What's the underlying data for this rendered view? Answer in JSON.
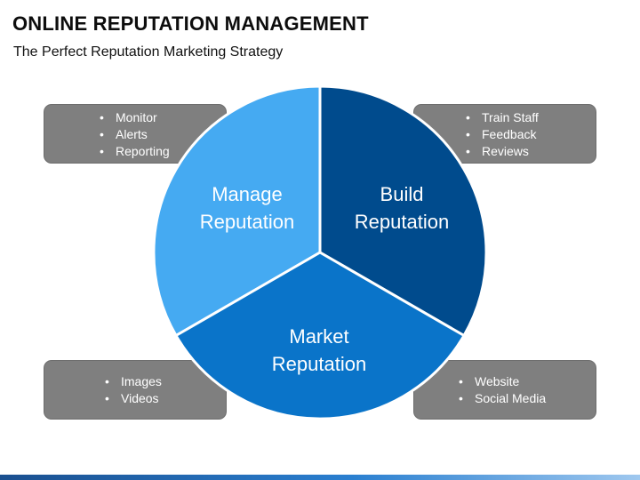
{
  "title": "ONLINE REPUTATION MANAGEMENT",
  "subtitle": "The Perfect Reputation Marketing Strategy",
  "segments": {
    "manage": {
      "line1": "Manage",
      "line2": "Reputation",
      "color": "#45aaf2"
    },
    "build": {
      "line1": "Build",
      "line2": "Reputation",
      "color": "#004b8d"
    },
    "market": {
      "line1": "Market",
      "line2": "Reputation",
      "color": "#0a74c9"
    }
  },
  "boxes": {
    "top_left": {
      "items": [
        "Monitor",
        "Alerts",
        "Reporting"
      ]
    },
    "top_right": {
      "items": [
        "Train Staff",
        "Feedback",
        "Reviews"
      ]
    },
    "bottom_left": {
      "items": [
        "Images",
        "Videos"
      ]
    },
    "bottom_right": {
      "items": [
        "Website",
        "Social Media"
      ]
    }
  },
  "bullet": "•",
  "colors": {
    "box_fill": "#7f7f7f",
    "title_text": "#0d0d0d"
  }
}
